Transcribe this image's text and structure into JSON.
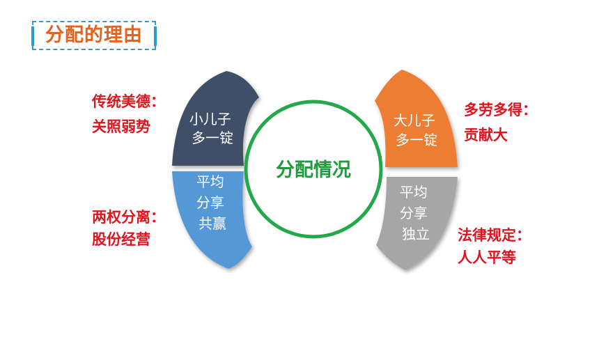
{
  "title": "分配的理由",
  "center": {
    "label": "分配情况",
    "ring_color": "#23a84a",
    "text_color": "#1e9b3a"
  },
  "segments": {
    "left_top": {
      "lines": [
        "小儿子",
        "多一锭"
      ],
      "color": "#3f5068"
    },
    "left_bottom": {
      "lines": [
        "平均",
        "分享",
        "共赢"
      ],
      "color": "#5598d6"
    },
    "right_top": {
      "lines": [
        "大儿子",
        "多一锭"
      ],
      "color": "#ed7d31"
    },
    "right_bottom": {
      "lines": [
        "平均",
        "分享",
        "独立"
      ],
      "color": "#a6a6a6"
    }
  },
  "side_notes": {
    "left_top": [
      "传统美德：",
      "关照弱势"
    ],
    "left_bottom": [
      "两权分离：",
      "股份经营"
    ],
    "right_top": [
      "多劳多得：",
      "贡献大"
    ],
    "right_bottom": [
      "法律规定：",
      "人人平等"
    ]
  },
  "colors": {
    "title": "#e8611a",
    "title_border": "#2e9bd6",
    "note_text": "#e0141e"
  }
}
